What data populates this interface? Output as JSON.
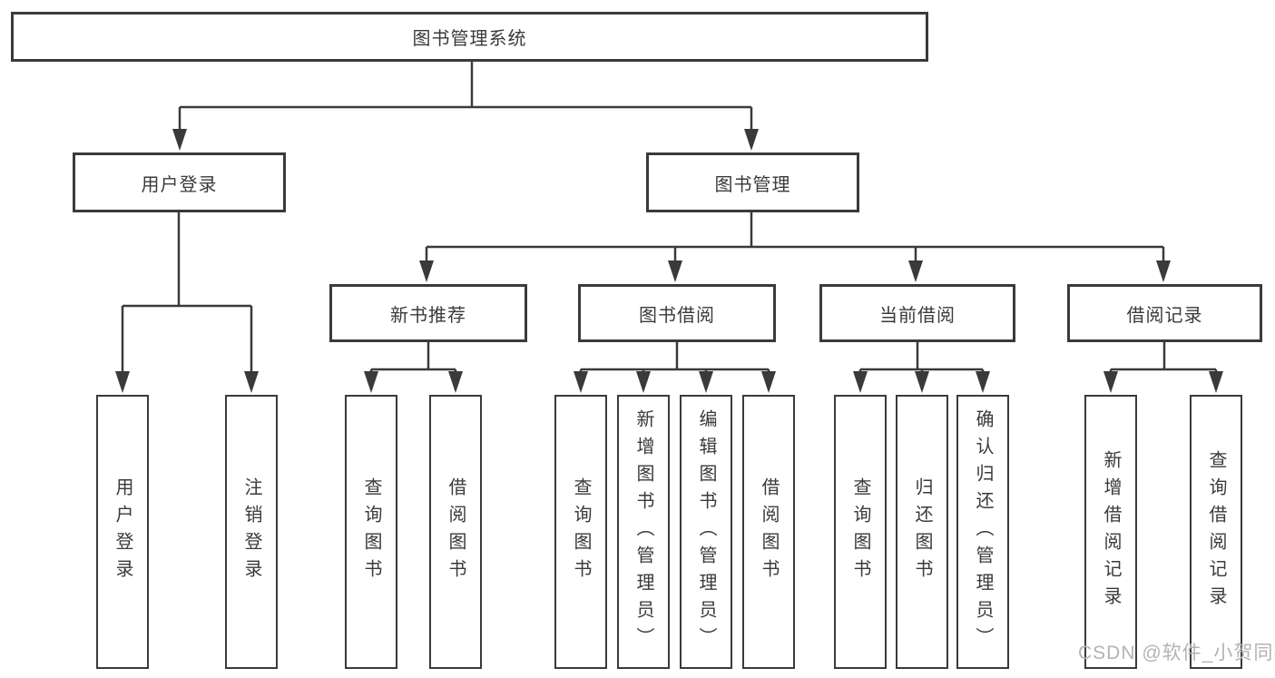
{
  "diagram": {
    "root": {
      "label": "图书管理系统",
      "children": [
        {
          "label": "用户登录",
          "children": [
            {
              "label": "用户登录"
            },
            {
              "label": "注销登录"
            }
          ]
        },
        {
          "label": "图书管理",
          "children": [
            {
              "label": "新书推荐",
              "children": [
                {
                  "label": "查询图书"
                },
                {
                  "label": "借阅图书"
                }
              ]
            },
            {
              "label": "图书借阅",
              "children": [
                {
                  "label": "查询图书"
                },
                {
                  "label": "新增图书（管理员）"
                },
                {
                  "label": "编辑图书（管理员）"
                },
                {
                  "label": "借阅图书"
                }
              ]
            },
            {
              "label": "当前借阅",
              "children": [
                {
                  "label": "查询图书"
                },
                {
                  "label": "归还图书"
                },
                {
                  "label": "确认归还（管理员）"
                }
              ]
            },
            {
              "label": "借阅记录",
              "children": [
                {
                  "label": "新增借阅记录"
                },
                {
                  "label": "查询借阅记录"
                }
              ]
            }
          ]
        }
      ]
    }
  },
  "watermark": {
    "text": "CSDN @软件_小贺同学",
    "color": "#b7b2b2"
  },
  "colors": {
    "line": "#3a3a3a",
    "text": "#3a3a3a",
    "background": "#ffffff"
  }
}
